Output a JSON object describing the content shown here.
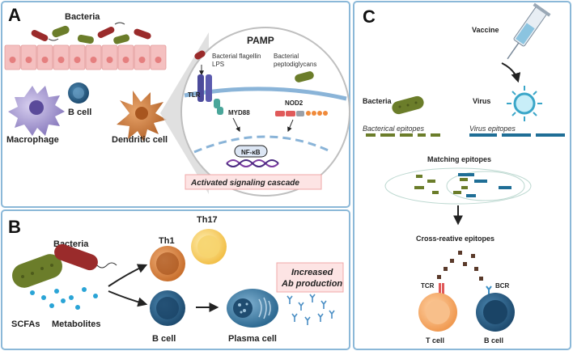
{
  "panel_a": {
    "letter": "A",
    "bacteria": "Bacteria",
    "macrophage": "Macrophage",
    "b_cell": "B cell",
    "dendritic_cell": "Dendritic cell",
    "pamp": "PAMP",
    "bacterial_flagellin": "Bacterial flagellin",
    "lps": "LPS",
    "bacterial": "Bacterial",
    "peptodiglycans": "peptodiglycans",
    "tlr": "TLR",
    "myd88": "MYD88",
    "nod2": "NOD2",
    "nfkb": "NF-κB",
    "cascade": "Activated signaling cascade"
  },
  "panel_b": {
    "letter": "B",
    "bacteria": "Bacteria",
    "scfas": "SCFAs",
    "metabolites": "Metabolites",
    "th1": "Th1",
    "th17": "Th17",
    "b_cell": "B cell",
    "plasma_cell": "Plasma cell",
    "increased": "Increased",
    "ab_production": "Ab production"
  },
  "panel_c": {
    "letter": "C",
    "vaccine": "Vaccine",
    "bacteria": "Bacteria",
    "virus": "Virus",
    "bacterial_epitopes": "Bacterical epitopes",
    "virus_epitopes": "Virus epitopes",
    "matching_epitopes": "Matching epitopes",
    "cross_reactive": "Cross-reative epitopes",
    "tcr": "TCR",
    "bcr": "BCR",
    "t_cell": "T cell",
    "b_cell": "B cell"
  },
  "colors": {
    "panel_border": "#8bb8d8",
    "bacteria_green": "#6b7d2a",
    "bacteria_red": "#9a2b2b",
    "epithelium": "#f4c0c0",
    "macrophage": "#9a8cc8",
    "b_cell": "#2a5f86",
    "dendritic": "#c9753a",
    "tlr": "#4b4a9a",
    "myd88": "#4aa69a",
    "virus": "#3aa6c8",
    "epitope_virus": "#1f6e96",
    "epitope_bact": "#6b7d2a",
    "t_cell": "#f2a05a",
    "callout_bg": "#fde4e4"
  }
}
